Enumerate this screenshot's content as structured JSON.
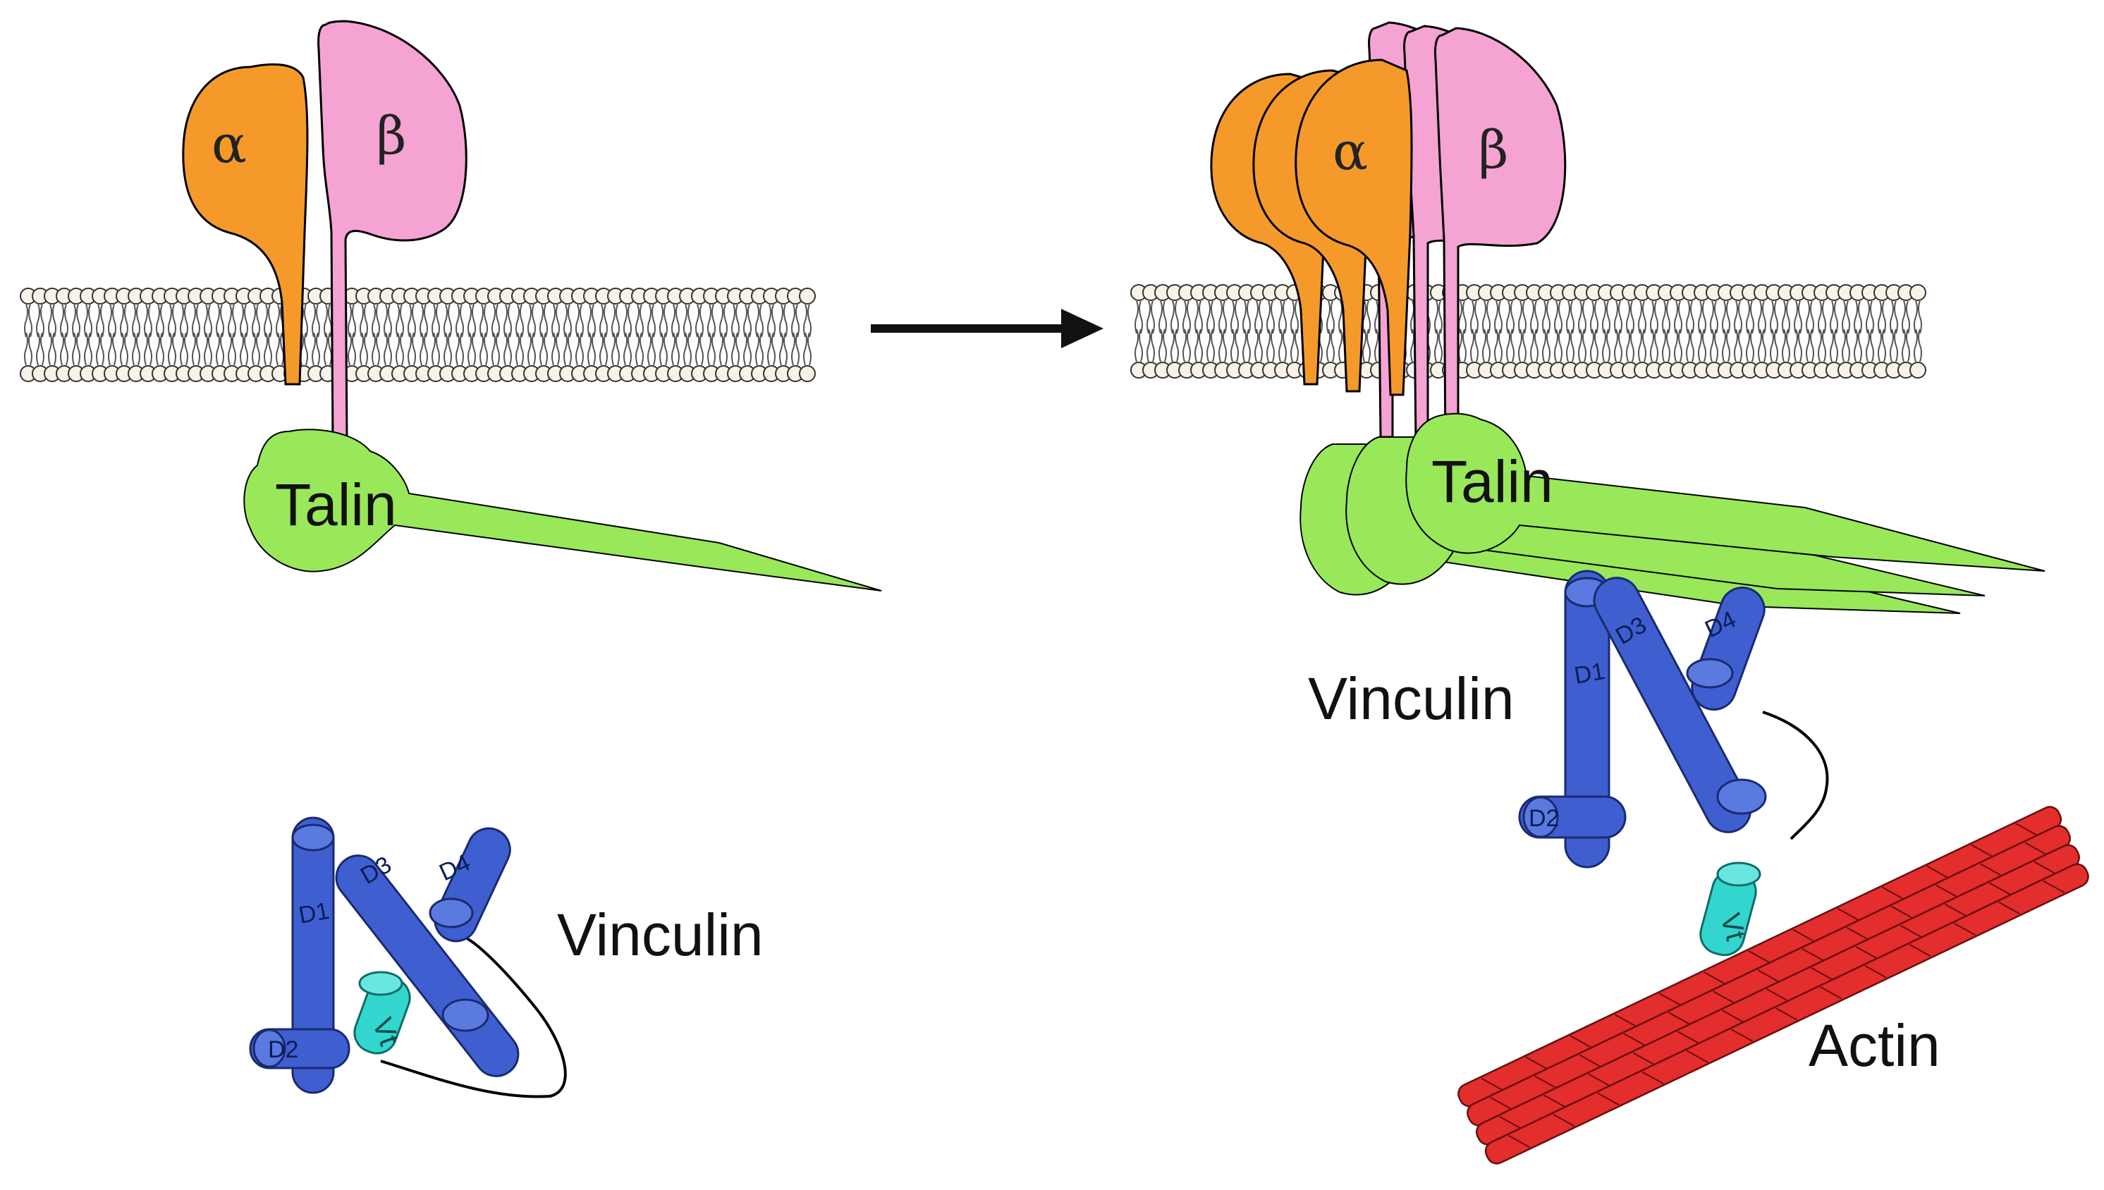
{
  "colors": {
    "alpha": "#f59a2a",
    "beta": "#f4a3d3",
    "talin": "#98e85a",
    "vinculin": "#3f5fd0",
    "vt": "#33d6cf",
    "actin": "#e42d2d",
    "arrow": "#111111"
  },
  "left": {
    "alpha": "α",
    "beta": "β",
    "talin": "Talin",
    "vinculin": "Vinculin",
    "domains": {
      "d1": "D1",
      "d2": "D2",
      "d3": "D3",
      "d4": "D4",
      "vt": "Vt"
    }
  },
  "right": {
    "alpha": "α",
    "beta": "β",
    "talin": "Talin",
    "vinculin": "Vinculin",
    "actin": "Actin",
    "domains": {
      "d1": "D1",
      "d2": "D2",
      "d3": "D3",
      "d4": "D4",
      "vt": "Vt"
    }
  },
  "icons": {
    "arrow": "right-arrow-icon"
  }
}
